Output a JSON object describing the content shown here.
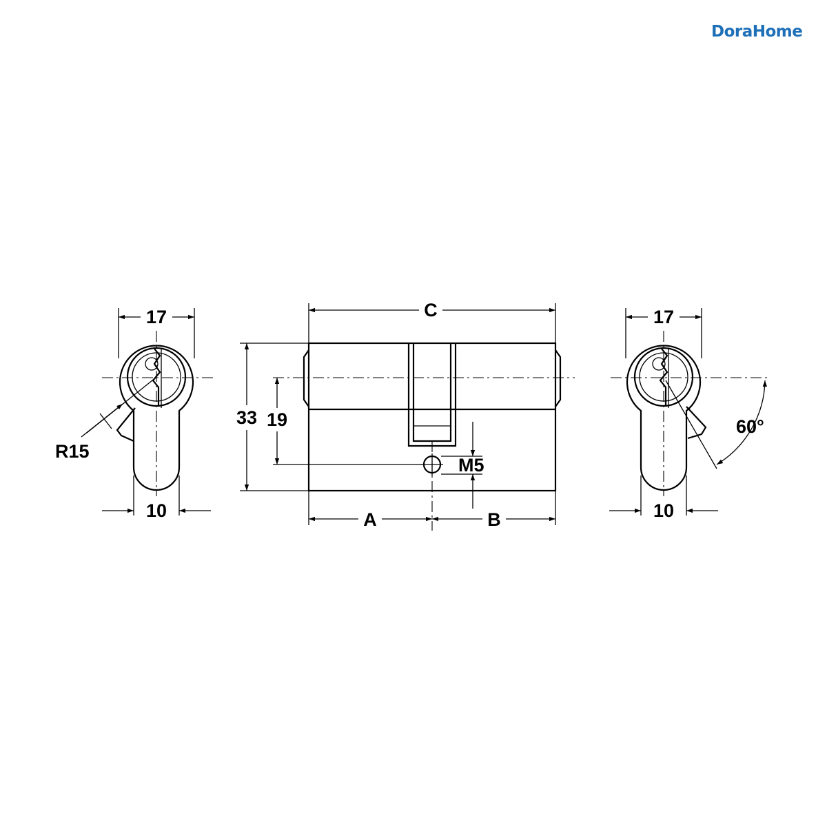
{
  "brand": {
    "name": "DoraHome",
    "color": "#1d6fb8"
  },
  "labels": {
    "left_width": "17",
    "left_bottom_width": "10",
    "radius": "R15",
    "overall_length": "C",
    "height_total": "33",
    "height_to_screw": "19",
    "screw_size": "M5",
    "length_a": "A",
    "length_b": "B",
    "right_width": "17",
    "right_bottom_width": "10",
    "cam_angle": "60°"
  }
}
